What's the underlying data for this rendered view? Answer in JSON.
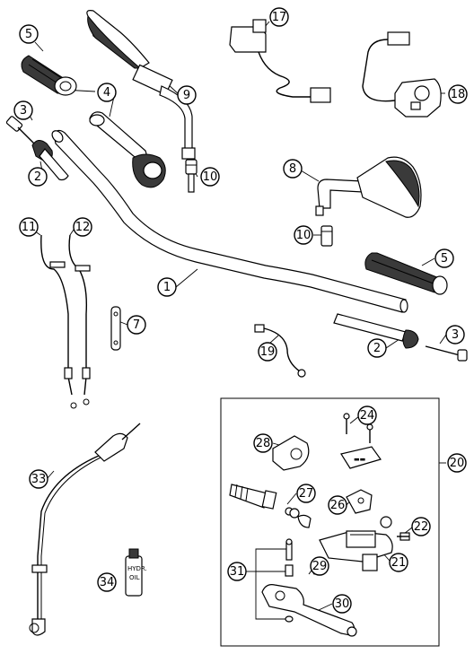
{
  "callouts": [
    {
      "id": "5a",
      "label": "5"
    },
    {
      "id": "4",
      "label": "4"
    },
    {
      "id": "9",
      "label": "9"
    },
    {
      "id": "17",
      "label": "17"
    },
    {
      "id": "18",
      "label": "18"
    },
    {
      "id": "3a",
      "label": "3"
    },
    {
      "id": "2a",
      "label": "2"
    },
    {
      "id": "10a",
      "label": "10"
    },
    {
      "id": "8",
      "label": "8"
    },
    {
      "id": "11",
      "label": "11"
    },
    {
      "id": "12",
      "label": "12"
    },
    {
      "id": "10b",
      "label": "10"
    },
    {
      "id": "5b",
      "label": "5"
    },
    {
      "id": "1",
      "label": "1"
    },
    {
      "id": "7",
      "label": "7"
    },
    {
      "id": "3b",
      "label": "3"
    },
    {
      "id": "19",
      "label": "19"
    },
    {
      "id": "2b",
      "label": "2"
    },
    {
      "id": "24",
      "label": "24"
    },
    {
      "id": "28",
      "label": "28"
    },
    {
      "id": "20",
      "label": "20"
    },
    {
      "id": "33",
      "label": "33"
    },
    {
      "id": "27",
      "label": "27"
    },
    {
      "id": "26",
      "label": "26"
    },
    {
      "id": "22",
      "label": "22"
    },
    {
      "id": "21",
      "label": "21"
    },
    {
      "id": "31",
      "label": "31"
    },
    {
      "id": "29",
      "label": "29"
    },
    {
      "id": "34",
      "label": "34"
    },
    {
      "id": "30",
      "label": "30"
    }
  ],
  "oil_bottle": {
    "line1": "HYDR.",
    "line2": "OIL"
  },
  "colors": {
    "ink": "#000000",
    "paper": "#ffffff",
    "dark_part": "#3a3a3a",
    "mid_part": "#8a8a8a"
  }
}
